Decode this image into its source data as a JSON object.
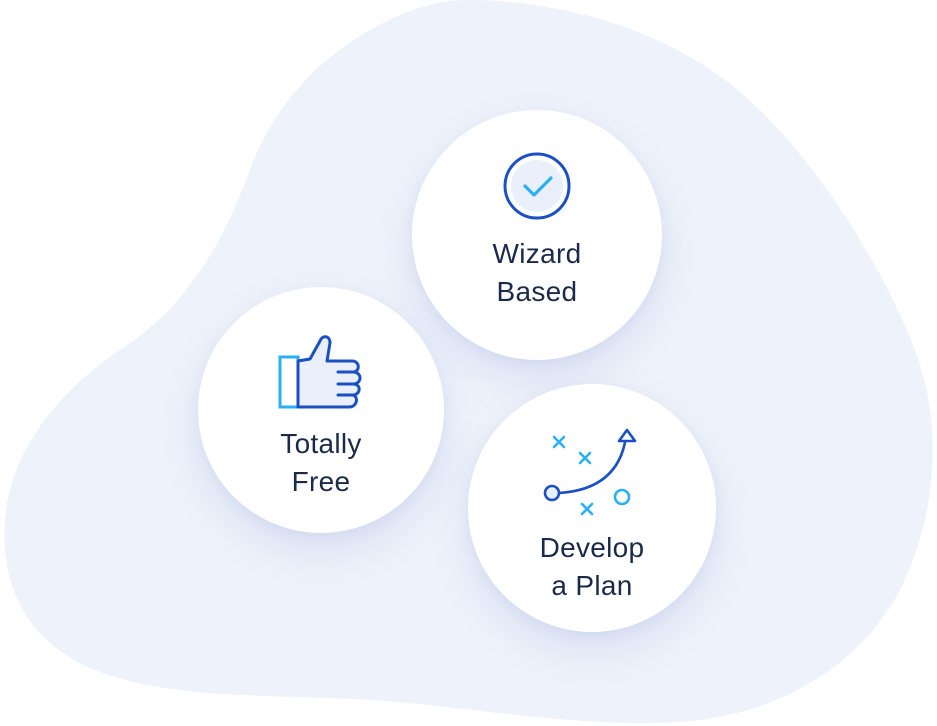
{
  "features": [
    {
      "id": "wizard",
      "icon": "check-circle-icon",
      "label_line1": "Wizard",
      "label_line2": "Based"
    },
    {
      "id": "free",
      "icon": "thumbs-up-icon",
      "label_line1": "Totally",
      "label_line2": "Free"
    },
    {
      "id": "plan",
      "icon": "strategy-plan-icon",
      "label_line1": "Develop",
      "label_line2": "a Plan"
    }
  ],
  "colors": {
    "background_blob": "#eef2fa",
    "text": "#1b2a4a",
    "icon_dark_blue": "#1b4fc4",
    "icon_light_blue": "#2ab0f0"
  }
}
